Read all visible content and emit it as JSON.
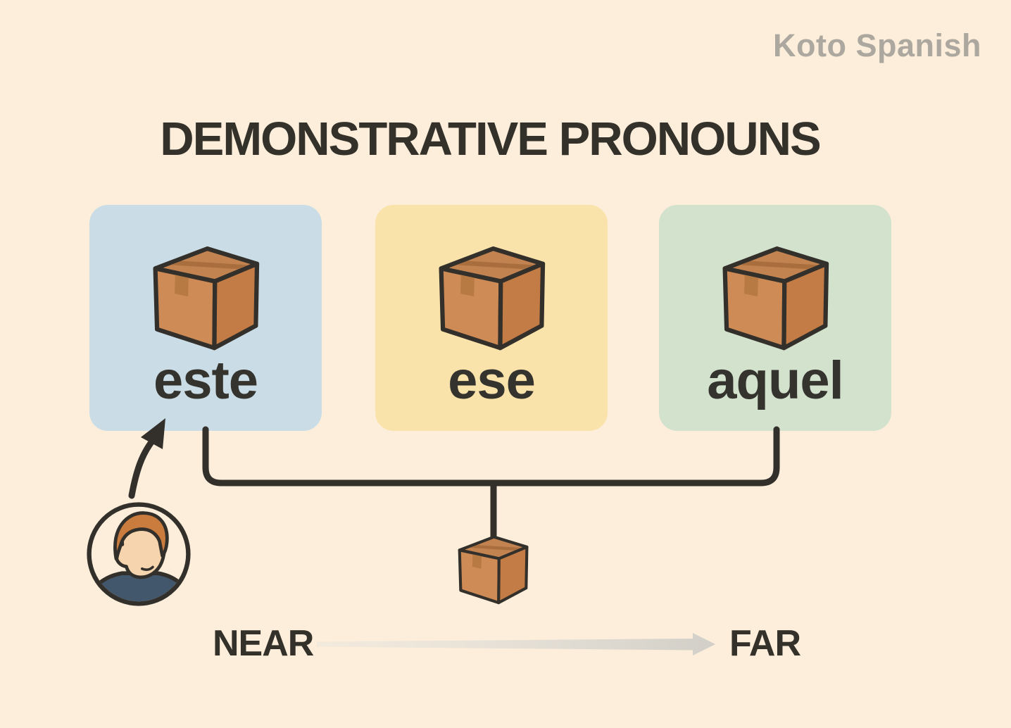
{
  "brand": "Koto Spanish",
  "title": "DEMONSTRATIVE PRONOUNS",
  "cards": [
    {
      "label": "este",
      "bg_color": "#cadde6"
    },
    {
      "label": "ese",
      "bg_color": "#fae3aa"
    },
    {
      "label": "aquel",
      "bg_color": "#d3e2cd"
    }
  ],
  "axis": {
    "near_label": "NEAR",
    "far_label": "FAR"
  },
  "icons": {
    "card_icon": "cardboard-box-icon",
    "connector_icon": "small-cardboard-box-icon",
    "speaker_icon": "person-in-circle-icon",
    "pointer_icon": "curved-arrow-icon",
    "axis_icon": "right-gradient-arrow-icon"
  },
  "colors": {
    "background": "#fceeda",
    "outline": "#33302b",
    "title_text": "#34312b",
    "label_text": "#35332e",
    "brand_text": "#aca89f",
    "card_blue": "#cadde6",
    "card_yellow": "#fae3aa",
    "card_green": "#d3e2cd",
    "box_top": "#c28350",
    "box_left": "#ce8b55",
    "box_right": "#c37c45",
    "box_tape": "#a96e3e",
    "box_tab": "#b87a43",
    "hair": "#c97c3e",
    "skin": "#f6d5ae",
    "shirt": "#42566c",
    "fade_start": "#e9e6e0",
    "fade_end": "#d2cfc8"
  }
}
